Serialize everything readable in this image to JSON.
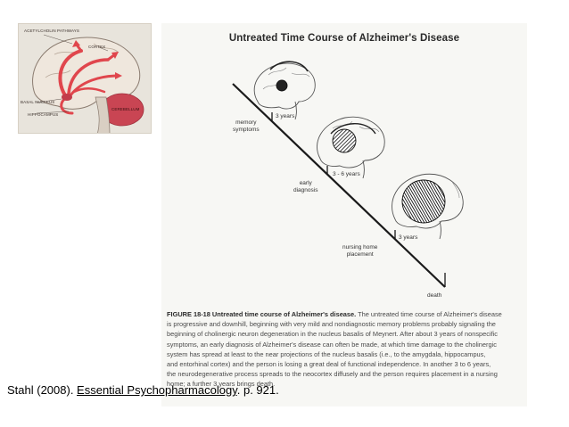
{
  "brain_panel": {
    "labels": {
      "pathway": "ACETYLCHOLIN PATHWAYS",
      "cortex": "CORTEX",
      "basal": "BASAL NUCLEUS",
      "hippocampus": "HIPPOCAMPUS",
      "cerebellum": "CEREBELLUM"
    },
    "colors": {
      "pathway": "#e0464d",
      "cerebellum": "#c23c4b"
    }
  },
  "figure": {
    "title": "Untreated Time Course of Alzheimer's Disease",
    "stages": {
      "memory": [
        "memory",
        "symptoms"
      ],
      "early": [
        "early",
        "diagnosis"
      ],
      "nursing": [
        "nursing home",
        "placement"
      ],
      "death": "death"
    },
    "durations": {
      "first": "3 years",
      "second": "3 - 6 years",
      "third": "3 years"
    },
    "caption": {
      "head": "FIGURE 18-18  Untreated time course of Alzheimer's disease.",
      "lines": [
        " The untreated time course of Alzheimer's disease",
        "is progressive and downhill, beginning with very mild and nondiagnostic memory problems probably signaling the",
        "beginning of cholinergic neuron degeneration in the nucleus basalis of Meynert. After about 3 years of nonspecific",
        "symptoms, an early diagnosis of Alzheimer's disease can often be made, at which time damage to the cholinergic",
        "system has spread at least to the near projections of the nucleus basalis (i.e., to the amygdala, hippocampus,",
        "and entorhinal cortex) and the person is losing a great deal of functional independence. In another 3 to 6 years,",
        "the neurodegenerative process spreads to the neocortex diffusely and the person requires placement in a nursing",
        "home; a further 3 years brings death."
      ]
    }
  },
  "citation": {
    "prefix": "Stahl (2008). ",
    "book": "Essential Psychopharmacology",
    "suffix": ". p. 921."
  }
}
